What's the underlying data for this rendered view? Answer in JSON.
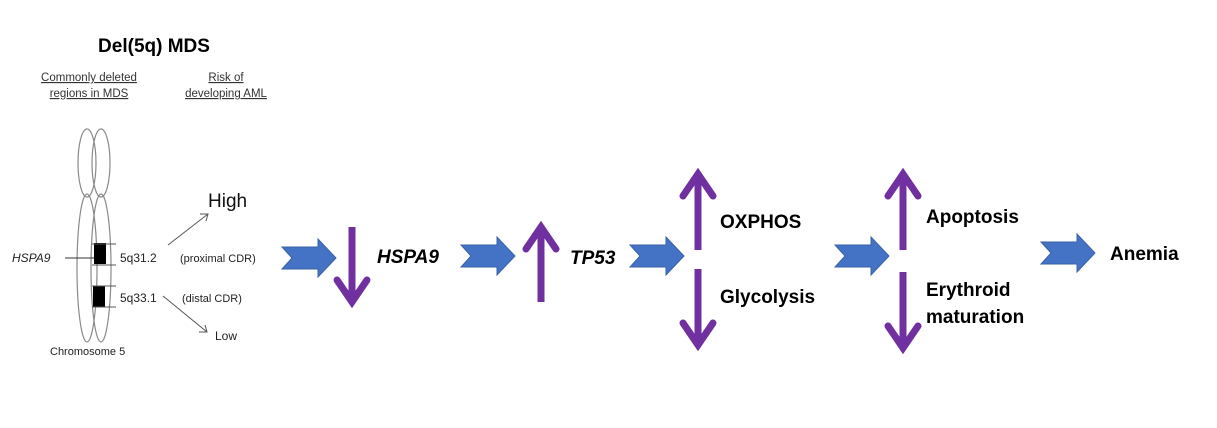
{
  "colors": {
    "flow_arrow": "#4472C4",
    "flow_arrow_border": "#3a62a8",
    "regulation_arrow": "#7030A0",
    "chromosome_outline": "#888888",
    "band": "#000000",
    "text": "#000000"
  },
  "header": {
    "title": "Del(5q) MDS",
    "col1_line1": "Commonly  deleted",
    "col1_line2": "regions in MDS",
    "col2_line1": "Risk of",
    "col2_line2": "developing AML"
  },
  "chromosome": {
    "label": "Chromosome  5",
    "gene_label": "HSPA9",
    "bands": [
      {
        "name": "5q31.2",
        "region": "(proximal CDR)",
        "risk": "High"
      },
      {
        "name": "5q33.1",
        "region": "(distal CDR)",
        "risk": "Low"
      }
    ]
  },
  "pathway": {
    "steps": [
      {
        "label": "HSPA9",
        "direction": "down",
        "italic": true
      },
      {
        "label": "TP53",
        "direction": "up",
        "italic": true
      }
    ],
    "metabolism": {
      "up_label": "OXPHOS",
      "down_label": "Glycolysis"
    },
    "cell_fate": {
      "up_label": "Apoptosis",
      "down_label_line1": "Erythroid",
      "down_label_line2": "maturation"
    },
    "outcome": "Anemia"
  }
}
